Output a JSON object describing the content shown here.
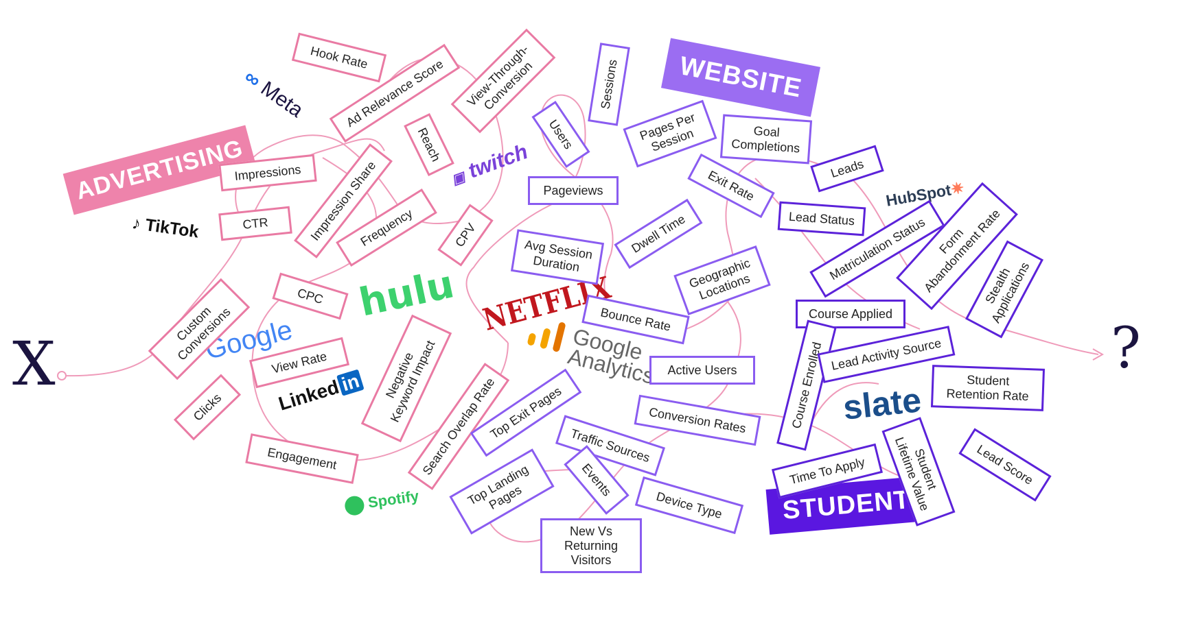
{
  "categories": {
    "advertising": "ADVERTISING",
    "website": "WEBSITE",
    "student": "STUDENT"
  },
  "symbols": {
    "start": "X",
    "end": "?"
  },
  "brands": {
    "meta": "Meta",
    "tiktok": "TikTok",
    "google": "Google",
    "linkedin": "Linked",
    "linkedin_in": "in",
    "hulu": "hulu",
    "netflix": "NETFLIX",
    "twitch": "twitch",
    "spotify": "Spotify",
    "google_analytics": "Google\nAnalytics",
    "hubspot": "HubSpot",
    "slate": "slate"
  },
  "metrics": {
    "hook_rate": "Hook Rate",
    "ad_relevance_score": "Ad Relevance Score",
    "view_through_conversion": "View-Through-\nConversion",
    "reach": "Reach",
    "impressions": "Impressions",
    "impression_share": "Impression Share",
    "ctr": "CTR",
    "frequency": "Frequency",
    "cpv": "CPV",
    "cpc": "CPC",
    "custom_conversions": "Custom\nConversions",
    "view_rate": "View Rate",
    "clicks": "Clicks",
    "engagement": "Engagement",
    "negative_keyword_impact": "Negative\nKeyword Impact",
    "search_overlap_rate": "Search Overlap Rate",
    "sessions": "Sessions",
    "users": "Users",
    "pages_per_session": "Pages Per\nSession",
    "goal_completions": "Goal\nCompletions",
    "pageviews": "Pageviews",
    "exit_rate": "Exit Rate",
    "leads": "Leads",
    "avg_session_duration": "Avg Session\nDuration",
    "dwell_time": "Dwell Time",
    "lead_status": "Lead Status",
    "matriculation_status": "Matriculation Status",
    "form_abandonment_rate": "Form\nAbandonment Rate",
    "geographic_locations": "Geographic\nLocations",
    "stealth_applications": "Stealth\nApplications",
    "course_applied": "Course Applied",
    "bounce_rate": "Bounce Rate",
    "course_enrolled": "Course Enrolled",
    "lead_activity_source": "Lead Activity Source",
    "active_users": "Active Users",
    "student_retention_rate": "Student\nRetention Rate",
    "top_exit_pages": "Top Exit Pages",
    "conversion_rates": "Conversion Rates",
    "traffic_sources": "Traffic Sources",
    "time_to_apply": "Time To Apply",
    "student_lifetime_value": "Student\nLifetime Value",
    "lead_score": "Lead Score",
    "top_landing_pages": "Top Landing\nPages",
    "events": "Events",
    "device_type": "Device Type",
    "new_vs_returning_visitors": "New Vs\nReturning\nVisitors"
  },
  "colors": {
    "advertising": "#ee83ab",
    "website": "#9b6df2",
    "student": "#5a17e0",
    "line": "#ee8db0",
    "dark": "#1b1440"
  }
}
